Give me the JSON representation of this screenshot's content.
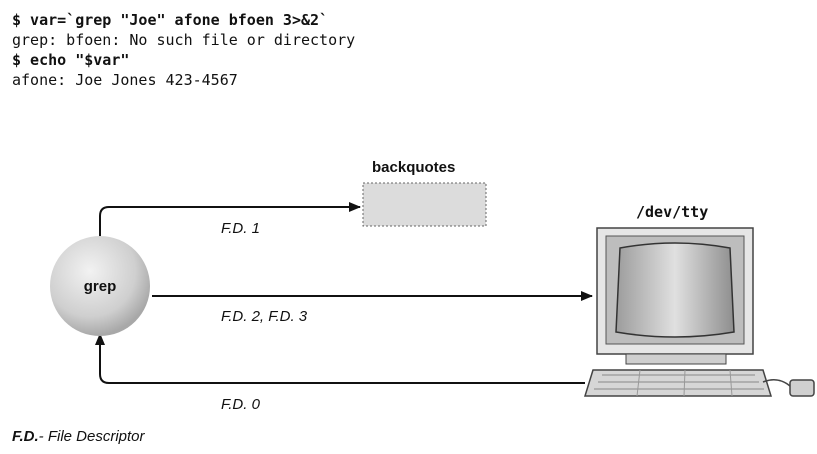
{
  "terminal": {
    "lines": [
      {
        "text": "$ var=`grep \"Joe\" afone bfoen 3>&2`",
        "kind": "command"
      },
      {
        "text": "grep: bfoen: No such file or directory",
        "kind": "output"
      },
      {
        "text": "$ echo \"$var\"",
        "kind": "command"
      },
      {
        "text": "afone: Joe Jones 423-4567",
        "kind": "output"
      }
    ]
  },
  "diagram": {
    "process_label": "grep",
    "backquotes_label": "backquotes",
    "tty_label": "/dev/tty",
    "arrows": {
      "fd1": "F.D. 1",
      "fd23": "F.D. 2, F.D. 3",
      "fd0": "F.D. 0"
    }
  },
  "legend": {
    "term": "F.D.",
    "definition": "- File Descriptor"
  }
}
